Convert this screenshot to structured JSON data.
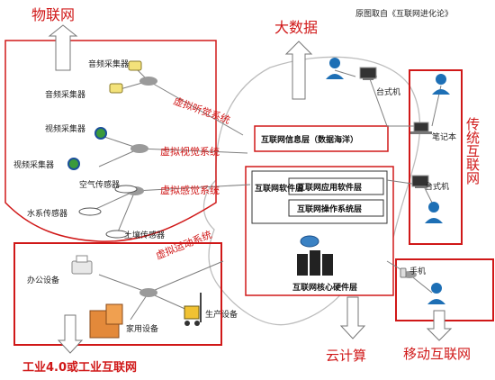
{
  "header": {
    "source_note": "原图取自《互联网进化论》"
  },
  "big_data": {
    "title": "大数据"
  },
  "iot": {
    "title": "物联网",
    "devices": {
      "audio_collector": "音频采集器",
      "video_collector": "视频采集器",
      "air_sensor": "空气传感器",
      "water_sensor": "水系传感器",
      "soil_sensor": "土壤传感器"
    },
    "systems": {
      "auditory": "虚拟听觉系统",
      "visual": "虚拟视觉系统",
      "sensory": "虚拟感觉系统",
      "motor": "虚拟运动系统"
    }
  },
  "brain": {
    "info_layer": "互联网信息层（数据海洋）",
    "software_layer": "互联网软件层",
    "app_software": "互联网应用软件层",
    "os_layer": "互联网操作系统层",
    "hardware_core": "互联网核心硬件层"
  },
  "traditional": {
    "title": "传统互联网",
    "desktop": "台式机",
    "notebook": "笔记本"
  },
  "mobile": {
    "title": "移动互联网",
    "phone": "手机"
  },
  "industrial": {
    "title": "工业4.0或工业互联网",
    "office": "办公设备",
    "home": "家用设备",
    "production": "生产设备"
  },
  "cloud": {
    "title": "云计算"
  },
  "colors": {
    "red": "#d01818",
    "gray": "#9a9a9a",
    "blue_head": "#1d6fb5"
  }
}
